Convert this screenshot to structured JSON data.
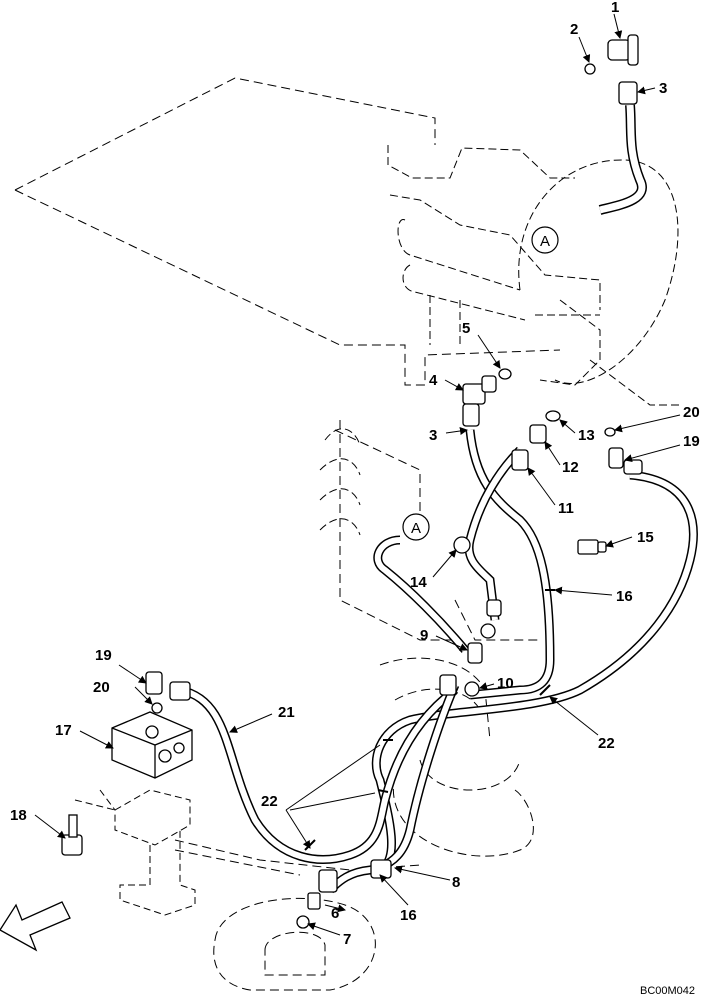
{
  "diagram": {
    "figure_code": "BC00M042",
    "detail_marker": "A",
    "callouts": [
      {
        "id": "1",
        "label": "1"
      },
      {
        "id": "2",
        "label": "2"
      },
      {
        "id": "3a",
        "label": "3"
      },
      {
        "id": "5",
        "label": "5"
      },
      {
        "id": "4",
        "label": "4"
      },
      {
        "id": "20a",
        "label": "20"
      },
      {
        "id": "3b",
        "label": "3"
      },
      {
        "id": "13",
        "label": "13"
      },
      {
        "id": "19a",
        "label": "19"
      },
      {
        "id": "12",
        "label": "12"
      },
      {
        "id": "11",
        "label": "11"
      },
      {
        "id": "15",
        "label": "15"
      },
      {
        "id": "16a",
        "label": "16"
      },
      {
        "id": "14",
        "label": "14"
      },
      {
        "id": "9",
        "label": "9"
      },
      {
        "id": "19b",
        "label": "19"
      },
      {
        "id": "10",
        "label": "10"
      },
      {
        "id": "20b",
        "label": "20"
      },
      {
        "id": "21",
        "label": "21"
      },
      {
        "id": "17",
        "label": "17"
      },
      {
        "id": "22a",
        "label": "22"
      },
      {
        "id": "22b",
        "label": "22"
      },
      {
        "id": "18",
        "label": "18"
      },
      {
        "id": "8",
        "label": "8"
      },
      {
        "id": "6",
        "label": "6"
      },
      {
        "id": "16b",
        "label": "16"
      },
      {
        "id": "7",
        "label": "7"
      }
    ]
  },
  "colors": {
    "line": "#000000",
    "background": "#ffffff"
  }
}
